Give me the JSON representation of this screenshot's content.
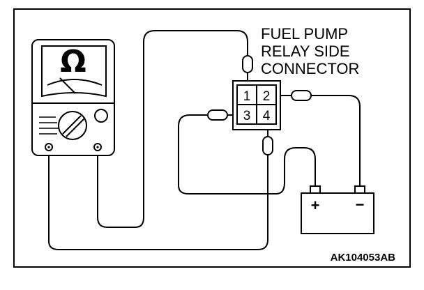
{
  "connector": {
    "label_lines": [
      "FUEL PUMP",
      "RELAY SIDE",
      "CONNECTOR"
    ],
    "pins": [
      "1",
      "2",
      "3",
      "4"
    ]
  },
  "multimeter": {
    "unit_symbol": "Ω"
  },
  "battery": {
    "positive": "+",
    "negative": "−"
  },
  "figure_code": "AK104053AB"
}
